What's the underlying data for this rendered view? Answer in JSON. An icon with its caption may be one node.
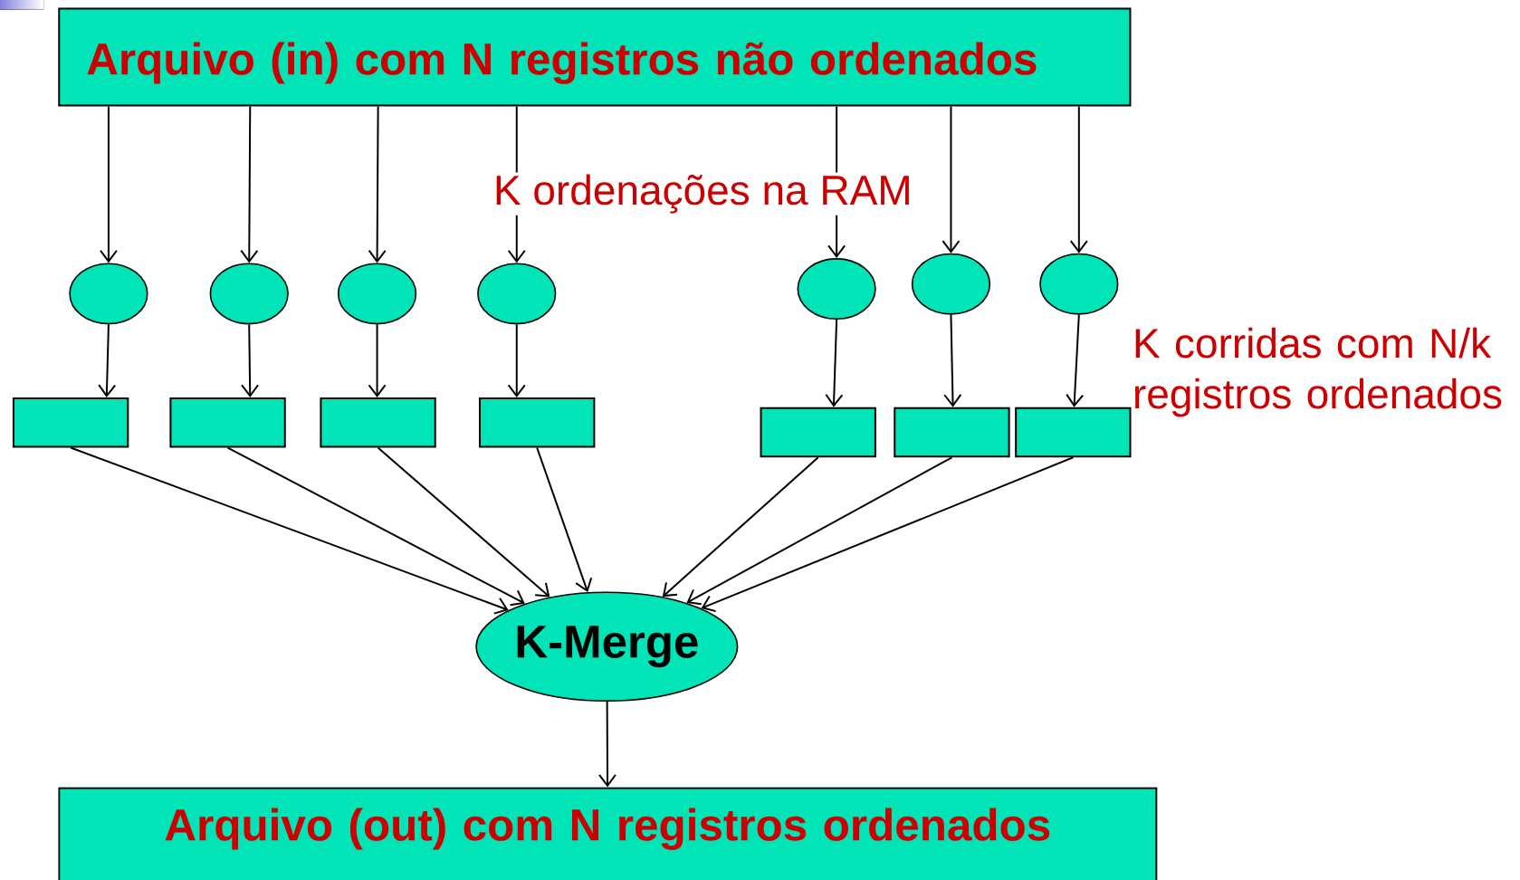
{
  "diagram": {
    "nodes": [
      {
        "text": [
          "Arquivo (in) com N registros não ordenados"
        ]
      },
      {
        "text": [],
        "shape": "ellipse"
      },
      {
        "text": [],
        "shape": "ellipse"
      },
      {
        "text": [],
        "shape": "ellipse"
      },
      {
        "text": [],
        "shape": "ellipse"
      },
      {
        "text": [],
        "shape": "ellipse"
      },
      {
        "text": [],
        "shape": "ellipse"
      },
      {
        "text": [],
        "shape": "ellipse"
      },
      {
        "text": [],
        "shape": "box"
      },
      {
        "text": [],
        "shape": "box"
      },
      {
        "text": [],
        "shape": "box"
      },
      {
        "text": [],
        "shape": "box"
      },
      {
        "text": [],
        "shape": "box"
      },
      {
        "text": [],
        "shape": "box"
      },
      {
        "text": [],
        "shape": "box"
      },
      {
        "text": [
          "K-Merge"
        ]
      },
      {
        "text": [
          "Arquivo (out) com N registros ordenados"
        ]
      }
    ],
    "edges": [
      {
        "from": 0,
        "to": 1,
        "arrow": "to"
      },
      {
        "from": 0,
        "to": 2,
        "arrow": "to"
      },
      {
        "from": 0,
        "to": 3,
        "arrow": "to"
      },
      {
        "from": 0,
        "to": 4,
        "arrow": "to"
      },
      {
        "from": 0,
        "to": 5,
        "arrow": "to"
      },
      {
        "from": 0,
        "to": 6,
        "arrow": "to"
      },
      {
        "from": 0,
        "to": 7,
        "arrow": "to"
      },
      {
        "from": 1,
        "to": 8,
        "arrow": "to"
      },
      {
        "from": 2,
        "to": 9,
        "arrow": "to"
      },
      {
        "from": 3,
        "to": 10,
        "arrow": "to"
      },
      {
        "from": 4,
        "to": 11,
        "arrow": "to"
      },
      {
        "from": 5,
        "to": 12,
        "arrow": "to"
      },
      {
        "from": 6,
        "to": 13,
        "arrow": "to"
      },
      {
        "from": 7,
        "to": 14,
        "arrow": "to"
      },
      {
        "from": 8,
        "to": 15,
        "arrow": "to"
      },
      {
        "from": 9,
        "to": 15,
        "arrow": "to"
      },
      {
        "from": 10,
        "to": 15,
        "arrow": "to"
      },
      {
        "from": 11,
        "to": 15,
        "arrow": "to"
      },
      {
        "from": 12,
        "to": 15,
        "arrow": "to"
      },
      {
        "from": 13,
        "to": 15,
        "arrow": "to"
      },
      {
        "from": 14,
        "to": 15,
        "arrow": "to"
      },
      {
        "from": 15,
        "to": 16,
        "arrow": "to"
      }
    ],
    "labels": [
      "K ordenações na RAM",
      "K corridas com N/k registros ordenados"
    ]
  }
}
